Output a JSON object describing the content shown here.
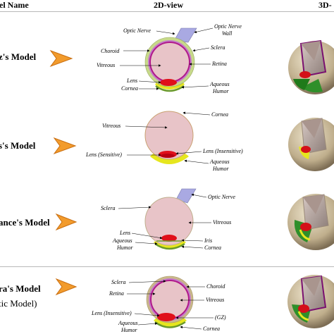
{
  "header": {
    "col_model": "el Name",
    "col_2d": "2D-view",
    "col_3d": "3D-"
  },
  "models": [
    {
      "name": "z's Model",
      "labels": {
        "optic_nerve": "Optic Nerve",
        "optic_nerve_wall": "Optic Nerve",
        "optic_nerve_wall_2": "Wall",
        "choroid": "Choroid",
        "sclera": "Sclera",
        "vitreous": "Vitreous",
        "retina": "Retina",
        "lens": "Lens",
        "cornea": "Cornea",
        "aqueous": "Aqueous",
        "humor": "Humor"
      }
    },
    {
      "name": "s's Model",
      "labels": {
        "cornea": "Cornea",
        "vitreous": "Vitreous",
        "lens_sensitive": "Lens (Sensitive)",
        "lens_insensitive": "Lens (Insensitive)",
        "aqueous": "Aqueous",
        "humor": "Humor"
      }
    },
    {
      "name": "ance's Model",
      "labels": {
        "optic_nerve": "Optic Nerve",
        "sclera": "Sclera",
        "vitreous": "Vitreous",
        "lens": "Lens",
        "aqueous": "Aqueous",
        "humor": "Humor",
        "iris": "Iris",
        "cornea": "Cornea"
      }
    },
    {
      "name": "ra's Model",
      "subtitle": "tic Model)",
      "labels": {
        "sclera": "Sclera",
        "choroid": "Choroid",
        "retina": "Retina",
        "vitreous": "Vitreous",
        "lens_insensitive": "Lens (Insensitive)",
        "gz": "(GZ)",
        "aqueous": "Aqueous",
        "humor": "Humor",
        "cornea": "Cornea"
      }
    }
  ],
  "colors": {
    "vitreous": "#e8c4c8",
    "sclera_ring": "#c7d98a",
    "choroid_ring": "#c47cc9",
    "retina_ring": "#b0188a",
    "lens": "#e0101a",
    "aqueous": "#e6e61e",
    "cornea": "#6a9a2a",
    "optic_nerve": "#a9a9e2",
    "arrow": "#f29b2c",
    "sphere": "#b8a888"
  }
}
